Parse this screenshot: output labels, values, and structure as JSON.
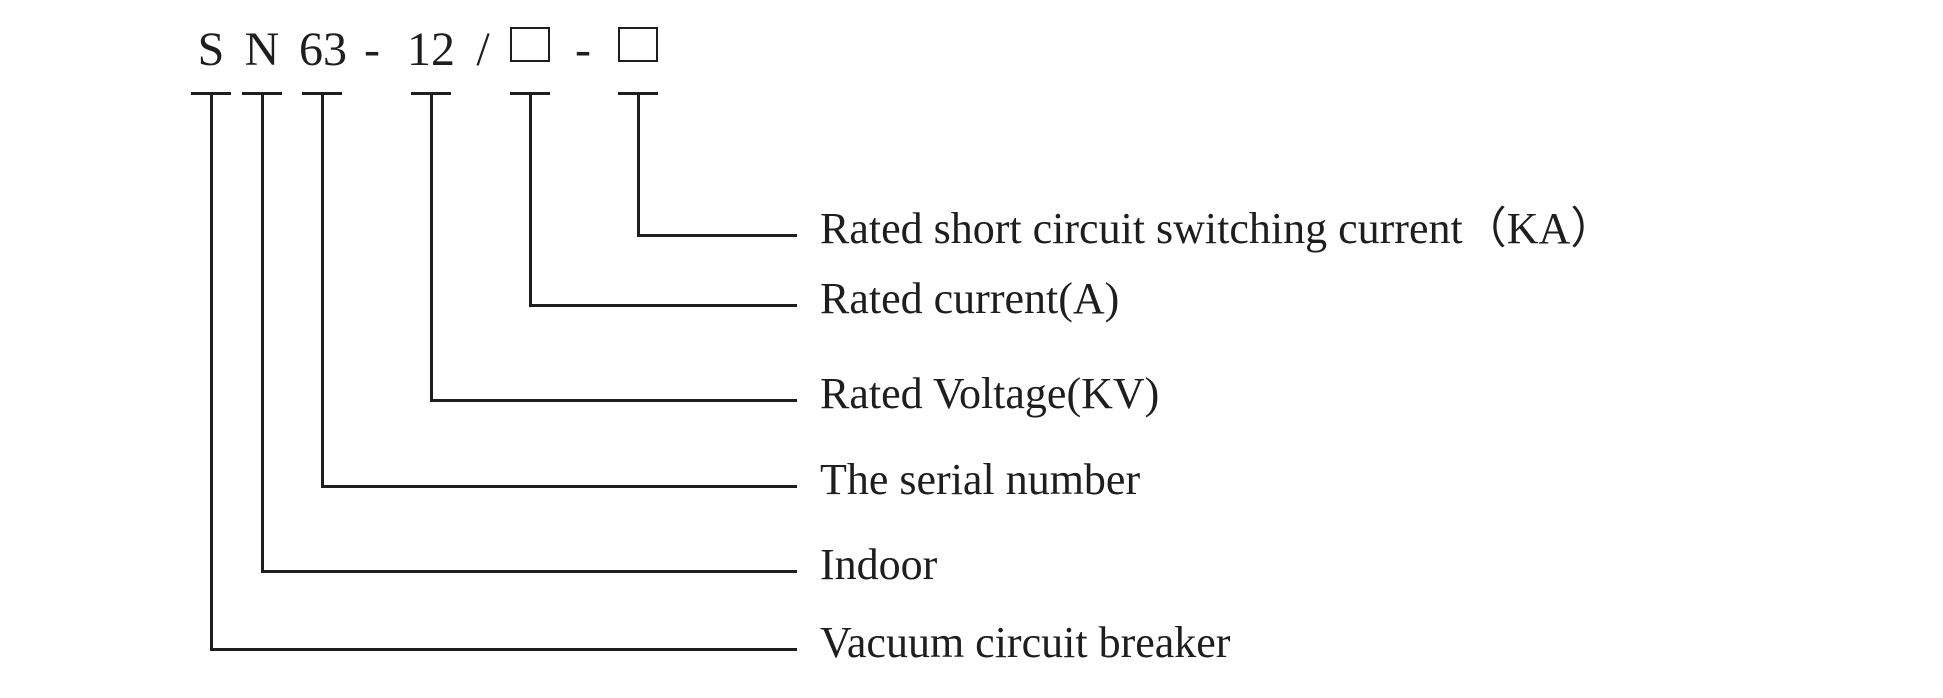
{
  "model_code": {
    "series": "S",
    "installation": "N",
    "design_serial": "63",
    "separator_1": "-",
    "rated_voltage": "12",
    "separator_2": "/",
    "separator_3": "-"
  },
  "icons": {
    "placeholder_box": "white-square-outline"
  },
  "callouts": [
    "Rated short circuit switching current（KA）",
    "Rated current(A)",
    "Rated Voltage(KV)",
    "The serial number",
    "Indoor",
    "Vacuum circuit breaker"
  ],
  "colors": {
    "ink": "#1e1e1e",
    "background": "#ffffff"
  }
}
